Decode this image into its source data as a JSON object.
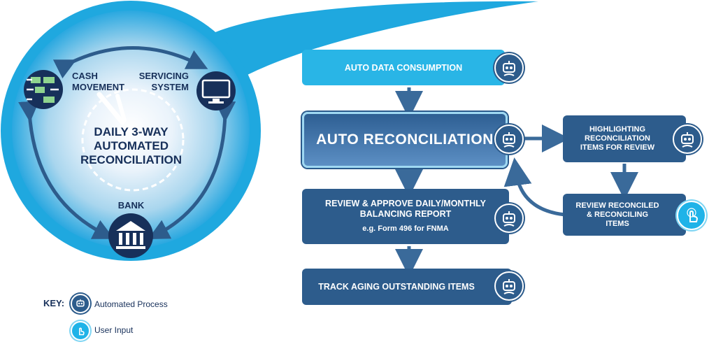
{
  "cycle": {
    "cash_movement": [
      "CASH",
      "MOVEMENT"
    ],
    "servicing_system": [
      "SERVICING",
      "SYSTEM"
    ],
    "bank": "BANK",
    "center_lines": [
      "DAILY 3-WAY",
      "AUTOMATED",
      "RECONCILIATION"
    ]
  },
  "flow": {
    "auto_data_consumption": "AUTO DATA CONSUMPTION",
    "auto_reconciliation": "AUTO RECONCILIATION",
    "review_approve_lines": [
      "REVIEW & APPROVE DAILY/MONTHLY",
      "BALANCING REPORT"
    ],
    "review_approve_note": "e.g. Form 496 for FNMA",
    "track_aging": "TRACK AGING OUTSTANDING ITEMS",
    "highlighting_lines": [
      "HIGHLIGHTING",
      "RECONCILIATION",
      "ITEMS FOR REVIEW"
    ],
    "review_reconciled_lines": [
      "REVIEW RECONCILED",
      "& RECONCILING",
      "ITEMS"
    ]
  },
  "key": {
    "title": "KEY:",
    "automated_process": "Automated Process",
    "user_input": "User Input"
  },
  "colors": {
    "navy": "#17305a",
    "cyan": "#29b5e6",
    "steel_blue": "#2d5c8c",
    "arrow_blue": "#3a6a9a"
  },
  "icons": {
    "automated": "robot-icon",
    "user": "touch-hand-icon",
    "cash": "cash-transfer-icon",
    "system": "monitor-icon",
    "bank": "bank-icon"
  }
}
